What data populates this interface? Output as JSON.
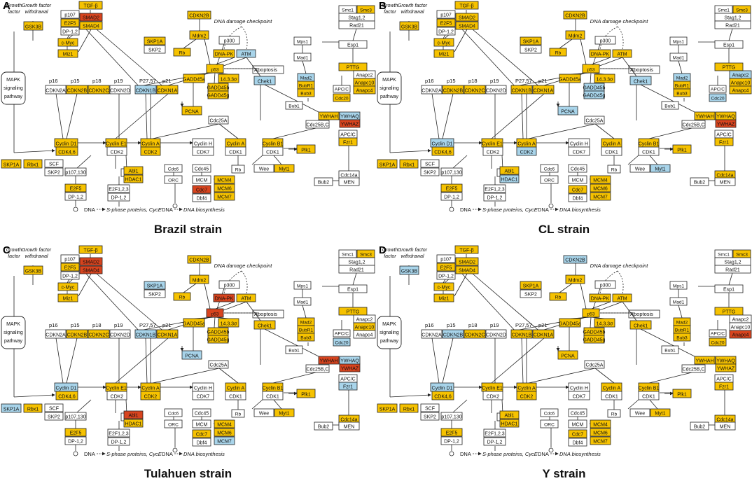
{
  "colors": {
    "yellow": "#F6C200",
    "red": "#D8441E",
    "blue": "#A8D4EA",
    "white": "#FFFFFF",
    "stroke": "#222222"
  },
  "labels": {
    "growth_factor": [
      "Growth",
      "factor"
    ],
    "growth_factor_withdrawal": [
      "Growth factor",
      "withdrawal"
    ],
    "mapk": [
      "MAPK",
      "signaling",
      "pathway"
    ],
    "dna_damage": "DNA damage checkpoint",
    "apoptosis": "Apoptosis",
    "dna": "DNA",
    "s_phase": "S-phase proteins, CycE",
    "dna_biosynthesis": "DNA biosynthesis"
  },
  "nodes": [
    {
      "id": "tgfb",
      "label": "TGF-β"
    },
    {
      "id": "p107",
      "label": "p107"
    },
    {
      "id": "e2f5a",
      "label": "E2F5"
    },
    {
      "id": "dp12a",
      "label": "DP-1,2"
    },
    {
      "id": "smad2",
      "label": "SMAD2"
    },
    {
      "id": "smad4",
      "label": "SMAD4"
    },
    {
      "id": "gsk3b",
      "label": "GSK3B"
    },
    {
      "id": "cmyc",
      "label": "c-Myc"
    },
    {
      "id": "miz1",
      "label": "Miz1"
    },
    {
      "id": "skp1a_top",
      "label": "SKP1A"
    },
    {
      "id": "skp2_top",
      "label": "SKP2"
    },
    {
      "id": "cdkn2b_top",
      "label": "CDKN2B"
    },
    {
      "id": "mdm2",
      "label": "Mdm2"
    },
    {
      "id": "rb_top",
      "label": "Rb"
    },
    {
      "id": "p300",
      "label": "p300"
    },
    {
      "id": "dnapk",
      "label": "DNA-PK"
    },
    {
      "id": "atm",
      "label": "ATM"
    },
    {
      "id": "p53",
      "label": "p53"
    },
    {
      "id": "mps1",
      "label": "Mps1"
    },
    {
      "id": "mad1",
      "label": "Mad1"
    },
    {
      "id": "mad2",
      "label": "Mad2"
    },
    {
      "id": "bubr1",
      "label": "BubR1"
    },
    {
      "id": "bub3",
      "label": "Bub3"
    },
    {
      "id": "bub1",
      "label": "Bub1"
    },
    {
      "id": "smc1",
      "label": "Smc1"
    },
    {
      "id": "smc3",
      "label": "Smc3"
    },
    {
      "id": "stag12",
      "label": "Stag1,2"
    },
    {
      "id": "rad21",
      "label": "Rad21"
    },
    {
      "id": "esp1",
      "label": "Esp1"
    },
    {
      "id": "pttg",
      "label": "PTTG"
    },
    {
      "id": "anapc2",
      "label": "Anapc2"
    },
    {
      "id": "anapc10",
      "label": "Anapc10"
    },
    {
      "id": "anapc4",
      "label": "Anapc4"
    },
    {
      "id": "apcc_mid",
      "label": "APC/C"
    },
    {
      "id": "cdc20",
      "label": "Cdc20"
    },
    {
      "id": "chek1",
      "label": "Chek1"
    },
    {
      "id": "ywhah",
      "label": "YWHAH"
    },
    {
      "id": "ywhaq",
      "label": "YWHAQ"
    },
    {
      "id": "ywhaz",
      "label": "YWHAZ"
    },
    {
      "id": "p16",
      "label": "p16"
    },
    {
      "id": "p15",
      "label": "p15"
    },
    {
      "id": "p18",
      "label": "p18"
    },
    {
      "id": "p19",
      "label": "p19"
    },
    {
      "id": "p2757",
      "label": "P27,57"
    },
    {
      "id": "p21",
      "label": "p21"
    },
    {
      "id": "cdkn2a",
      "label": "CDKN2A"
    },
    {
      "id": "cdkn2b",
      "label": "CDKN2B"
    },
    {
      "id": "cdkn2c",
      "label": "CDKN2C"
    },
    {
      "id": "cdkn2d",
      "label": "CDKN2D"
    },
    {
      "id": "cdkn1b",
      "label": "CDKN1B"
    },
    {
      "id": "cdkn1a",
      "label": "CDKN1A"
    },
    {
      "id": "gadd45a",
      "label": "GADD45a"
    },
    {
      "id": "s1433",
      "label": "14.3.3σ"
    },
    {
      "id": "gadd45b",
      "label": "GADD45b"
    },
    {
      "id": "gadd45g",
      "label": "GADD45g"
    },
    {
      "id": "pcna",
      "label": "PCNA"
    },
    {
      "id": "cdc25a",
      "label": "Cdc25A"
    },
    {
      "id": "cdc25bc",
      "label": "Cdc25B,C"
    },
    {
      "id": "apcc",
      "label": "APC/C"
    },
    {
      "id": "fzr1",
      "label": "Fzr1"
    },
    {
      "id": "cycd1",
      "label": "Cyclin D1"
    },
    {
      "id": "cdk46",
      "label": "CDK4,6"
    },
    {
      "id": "cyce1",
      "label": "Cyclin E1"
    },
    {
      "id": "cdk2a",
      "label": "CDK2"
    },
    {
      "id": "cyca1",
      "label": "Cyclin A"
    },
    {
      "id": "cdk2b",
      "label": "CDK2"
    },
    {
      "id": "cych",
      "label": "Cyclin H"
    },
    {
      "id": "cdk7",
      "label": "CDK7"
    },
    {
      "id": "cyca2",
      "label": "Cyclin A"
    },
    {
      "id": "cdk1a",
      "label": "CDK1"
    },
    {
      "id": "cycb1",
      "label": "Cyclin B1"
    },
    {
      "id": "cdk1b",
      "label": "CDK1"
    },
    {
      "id": "plk1",
      "label": "Plk1"
    },
    {
      "id": "skp1a",
      "label": "SKP1A"
    },
    {
      "id": "rbx1",
      "label": "Rbx1"
    },
    {
      "id": "scf",
      "label": "SCF"
    },
    {
      "id": "skp2",
      "label": "SKP2"
    },
    {
      "id": "p107130",
      "label": "p107,130"
    },
    {
      "id": "rb_mid",
      "label": "Rb"
    },
    {
      "id": "abl1",
      "label": "Abl1"
    },
    {
      "id": "hdac1",
      "label": "HDAC1"
    },
    {
      "id": "e2f5b",
      "label": "E2F5"
    },
    {
      "id": "e2f123",
      "label": "E2F1,2,3"
    },
    {
      "id": "dp12b",
      "label": "DP-1,2"
    },
    {
      "id": "dp12c",
      "label": "DP-1,2"
    },
    {
      "id": "cdc6",
      "label": "Cdc6"
    },
    {
      "id": "orc",
      "label": "ORC"
    },
    {
      "id": "cdc45",
      "label": "Cdc45"
    },
    {
      "id": "mcm",
      "label": "MCM"
    },
    {
      "id": "cdc7",
      "label": "Cdc7"
    },
    {
      "id": "dbf4",
      "label": "Dbf4"
    },
    {
      "id": "mcm4",
      "label": "MCM4"
    },
    {
      "id": "mcm6",
      "label": "MCM6"
    },
    {
      "id": "mcm7",
      "label": "MCM7"
    },
    {
      "id": "rb_low",
      "label": "Rb"
    },
    {
      "id": "wee",
      "label": "Wee"
    },
    {
      "id": "myt1",
      "label": "Myt1"
    },
    {
      "id": "cdc14a",
      "label": "Cdc14a"
    },
    {
      "id": "bub2",
      "label": "Bub2"
    },
    {
      "id": "men",
      "label": "MEN"
    }
  ],
  "panels": [
    {
      "letter": "A",
      "strain": "Brazil strain",
      "colors": {
        "tgfb": "yellow",
        "e2f5a": "yellow",
        "smad2": "red",
        "smad4": "yellow",
        "gsk3b": "yellow",
        "cmyc": "yellow",
        "miz1": "yellow",
        "skp1a_top": "yellow",
        "cdkn2b_top": "yellow",
        "mdm2": "yellow",
        "rb_top": "yellow",
        "dnapk": "yellow",
        "atm": "blue",
        "p53": "yellow",
        "mad2": "blue",
        "bubr1": "yellow",
        "bub3": "yellow",
        "smc3": "yellow",
        "pttg": "yellow",
        "anapc10": "yellow",
        "anapc4": "yellow",
        "cdc20": "yellow",
        "chek1": "blue",
        "ywhah": "yellow",
        "ywhaq": "blue",
        "ywhaz": "red",
        "cdkn2b": "yellow",
        "cdkn2c": "yellow",
        "cdkn1b": "blue",
        "cdkn1a": "yellow",
        "gadd45a": "yellow",
        "s1433": "yellow",
        "gadd45b": "yellow",
        "gadd45g": "yellow",
        "pcna": "yellow",
        "fzr1": "yellow",
        "cycd1": "yellow",
        "cdk46": "yellow",
        "cyce1": "yellow",
        "cyca1": "yellow",
        "cdk2b": "yellow",
        "cyca2": "yellow",
        "cycb1": "yellow",
        "plk1": "yellow",
        "skp1a": "yellow",
        "rbx1": "yellow",
        "abl1": "yellow",
        "hdac1": "yellow",
        "e2f5b": "yellow",
        "cdc7": "red",
        "mcm4": "yellow",
        "mcm6": "yellow",
        "mcm7": "yellow",
        "myt1": "yellow"
      }
    },
    {
      "letter": "B",
      "strain": "CL strain",
      "colors": {
        "tgfb": "yellow",
        "e2f5a": "yellow",
        "smad2": "yellow",
        "smad4": "yellow",
        "gsk3b": "yellow",
        "cmyc": "yellow",
        "miz1": "yellow",
        "skp1a_top": "yellow",
        "cdkn2b_top": "yellow",
        "mdm2": "yellow",
        "rb_top": "yellow",
        "dnapk": "yellow",
        "atm": "yellow",
        "p53": "yellow",
        "mad2": "blue",
        "bubr1": "yellow",
        "bub3": "yellow",
        "smc3": "yellow",
        "pttg": "yellow",
        "anapc2": "blue",
        "anapc10": "yellow",
        "anapc4": "yellow",
        "cdc20": "blue",
        "chek1": "blue",
        "ywhah": "yellow",
        "ywhaq": "yellow",
        "ywhaz": "red",
        "cdkn2b": "yellow",
        "cdkn2c": "yellow",
        "cdkn1b": "yellow",
        "cdkn1a": "yellow",
        "gadd45a": "yellow",
        "s1433": "yellow",
        "gadd45b": "blue",
        "gadd45g": "blue",
        "pcna": "blue",
        "fzr1": "yellow",
        "cycd1": "blue",
        "cdk46": "yellow",
        "cyce1": "yellow",
        "cyca1": "yellow",
        "cdk2b": "blue",
        "cyca2": "yellow",
        "cycb1": "yellow",
        "plk1": "yellow",
        "skp1a": "yellow",
        "rbx1": "yellow",
        "abl1": "yellow",
        "hdac1": "blue",
        "e2f5b": "yellow",
        "cdc7": "yellow",
        "mcm4": "yellow",
        "mcm6": "yellow",
        "mcm7": "yellow",
        "myt1": "blue",
        "cdc14a": "yellow"
      }
    },
    {
      "letter": "C",
      "strain": "Tulahuen strain",
      "colors": {
        "tgfb": "yellow",
        "e2f5a": "yellow",
        "smad2": "red",
        "smad4": "red",
        "gsk3b": "yellow",
        "cmyc": "yellow",
        "miz1": "yellow",
        "skp1a_top": "blue",
        "cdkn2b_top": "yellow",
        "mdm2": "yellow",
        "rb_top": "yellow",
        "dnapk": "red",
        "atm": "yellow",
        "p53": "red",
        "mad2": "yellow",
        "bubr1": "yellow",
        "bub3": "yellow",
        "smc3": "yellow",
        "pttg": "yellow",
        "anapc10": "yellow",
        "cdc20": "blue",
        "chek1": "yellow",
        "ywhah": "red",
        "ywhaq": "blue",
        "ywhaz": "red",
        "cdkn2b": "yellow",
        "cdkn2c": "yellow",
        "cdkn1b": "blue",
        "cdkn1a": "yellow",
        "gadd45a": "yellow",
        "s1433": "yellow",
        "gadd45b": "yellow",
        "gadd45g": "yellow",
        "pcna": "blue",
        "fzr1": "blue",
        "cycd1": "blue",
        "cdk46": "yellow",
        "cyce1": "yellow",
        "cyca1": "yellow",
        "cdk2b": "yellow",
        "cyca2": "yellow",
        "cycb1": "yellow",
        "plk1": "yellow",
        "skp1a": "blue",
        "rbx1": "yellow",
        "abl1": "red",
        "hdac1": "yellow",
        "e2f5b": "yellow",
        "cdc7": "yellow",
        "mcm4": "yellow",
        "mcm6": "yellow",
        "mcm7": "blue",
        "myt1": "yellow",
        "cdc14a": "yellow"
      }
    },
    {
      "letter": "D",
      "strain": "Y strain",
      "colors": {
        "tgfb": "yellow",
        "e2f5a": "yellow",
        "smad2": "yellow",
        "smad4": "yellow",
        "gsk3b": "blue",
        "cmyc": "yellow",
        "miz1": "yellow",
        "skp1a_top": "yellow",
        "cdkn2b_top": "blue",
        "mdm2": "yellow",
        "rb_top": "yellow",
        "dnapk": "yellow",
        "atm": "yellow",
        "p53": "yellow",
        "mad2": "yellow",
        "bubr1": "yellow",
        "bub3": "yellow",
        "smc3": "yellow",
        "pttg": "yellow",
        "anapc4": "red",
        "cdc20": "yellow",
        "chek1": "yellow",
        "ywhah": "yellow",
        "ywhaq": "yellow",
        "ywhaz": "yellow",
        "cdkn2b": "blue",
        "cdkn2c": "yellow",
        "cdkn1b": "yellow",
        "cdkn1a": "yellow",
        "gadd45a": "yellow",
        "s1433": "yellow",
        "gadd45b": "yellow",
        "gadd45g": "yellow",
        "pcna": "yellow",
        "fzr1": "yellow",
        "cycd1": "blue",
        "cdk46": "yellow",
        "cyce1": "yellow",
        "cyca1": "yellow",
        "cdk2b": "yellow",
        "cyca2": "yellow",
        "cycb1": "yellow",
        "plk1": "yellow",
        "skp1a": "yellow",
        "rbx1": "yellow",
        "abl1": "yellow",
        "hdac1": "yellow",
        "e2f5b": "yellow",
        "cdc7": "yellow",
        "mcm4": "yellow",
        "mcm6": "yellow",
        "mcm7": "yellow",
        "myt1": "yellow",
        "cdc14a": "yellow"
      }
    }
  ]
}
